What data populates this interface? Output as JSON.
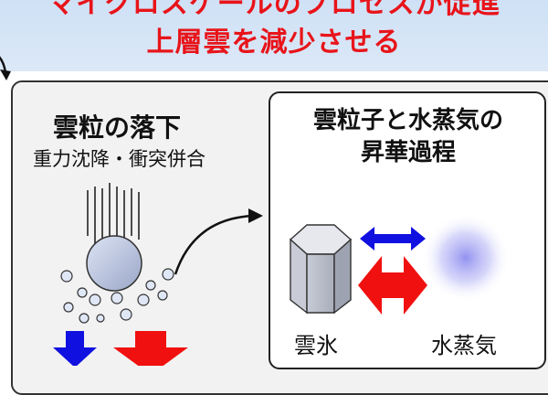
{
  "header": {
    "line1": "マイクロスケールのプロセスが促進",
    "line2": "上層雲を減少させる"
  },
  "left_panel": {
    "title": "雲粒の落下",
    "subtitle": "重力沈降・衝突併合"
  },
  "right_panel": {
    "title_line1": "雲粒子と水蒸気の",
    "title_line2": "昇華過程",
    "label_ice": "雲氷",
    "label_vapor": "水蒸気"
  },
  "colors": {
    "headline": "#e8141a",
    "blue_arrow": "#1010e0",
    "red_arrow": "#f01010",
    "header_bg": "#cfe1f6",
    "vapor": "#8c8cf0"
  }
}
